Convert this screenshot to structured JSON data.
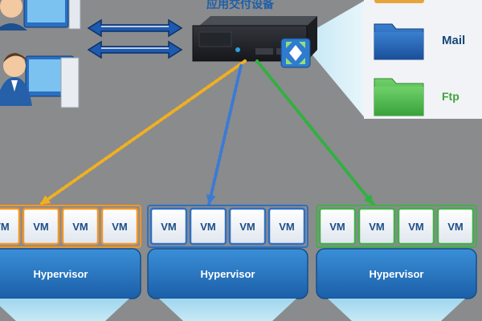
{
  "device": {
    "title": "应用交付设备"
  },
  "services": [
    {
      "label": "Mail",
      "color": "#1f63b8"
    },
    {
      "label": "Ftp",
      "color": "#49b84a"
    }
  ],
  "clusters": [
    {
      "color": "#f0962a",
      "vms": [
        "VM",
        "VM",
        "VM",
        "VM"
      ],
      "hypervisor": "Hypervisor"
    },
    {
      "color": "#2f6fc2",
      "vms": [
        "VM",
        "VM",
        "VM",
        "VM"
      ],
      "hypervisor": "Hypervisor"
    },
    {
      "color": "#43b04a",
      "vms": [
        "VM",
        "VM",
        "VM",
        "VM"
      ],
      "hypervisor": "Hypervisor"
    }
  ],
  "link_colors": [
    "#f0b020",
    "#3a7bd5",
    "#32b040"
  ],
  "icons": [
    "user-at-computer-icon",
    "user-at-computer-icon",
    "bidirectional-arrow-icon",
    "server-appliance-icon",
    "folder-icon"
  ]
}
